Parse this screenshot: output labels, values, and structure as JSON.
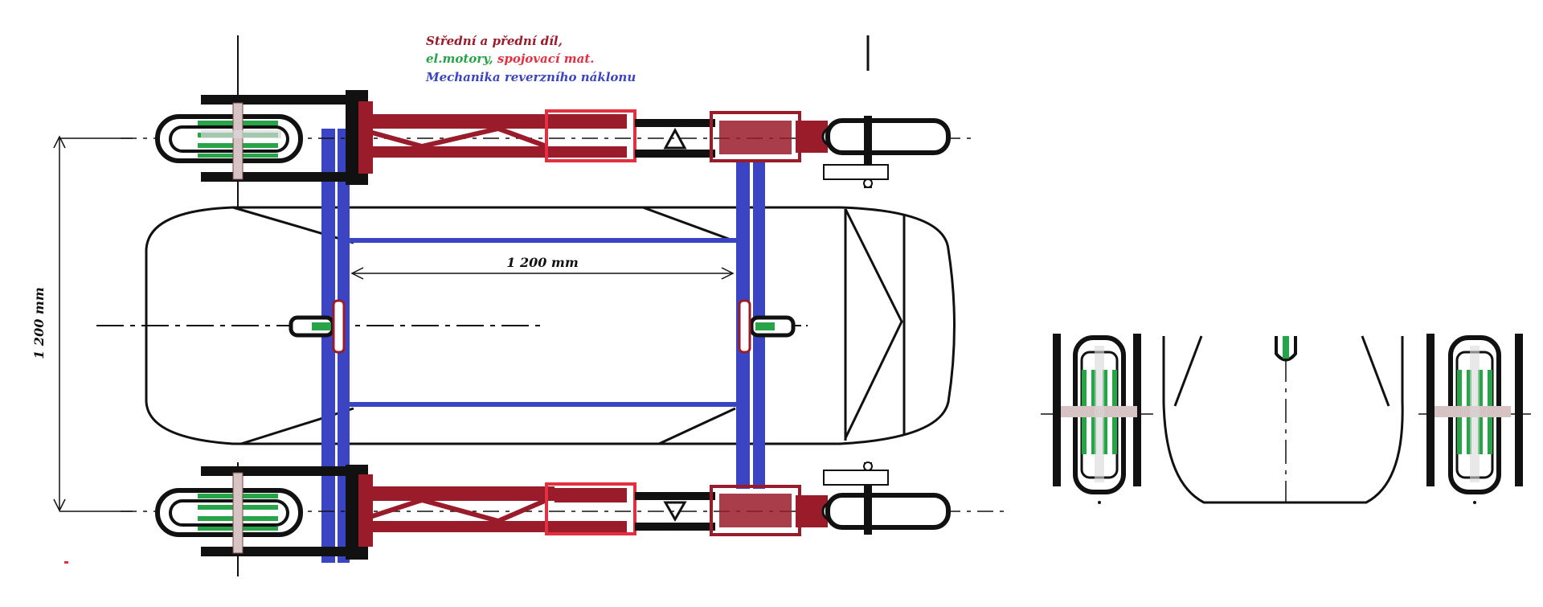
{
  "legend": {
    "line1": "Střední  a přední díl,",
    "line2_green": "el.motory,",
    "line2_red": " spojovací mat.",
    "line3": "Mechanika reverzního náklonu"
  },
  "dimensions": {
    "horizontal": "1 200 mm",
    "vertical": "1 200 mm"
  },
  "colors": {
    "frame": "#9a1c2a",
    "frame_highlight": "#e23040",
    "tilt_mechanism": "#3b45c4",
    "motors": "#27a348",
    "outline": "#111111"
  }
}
